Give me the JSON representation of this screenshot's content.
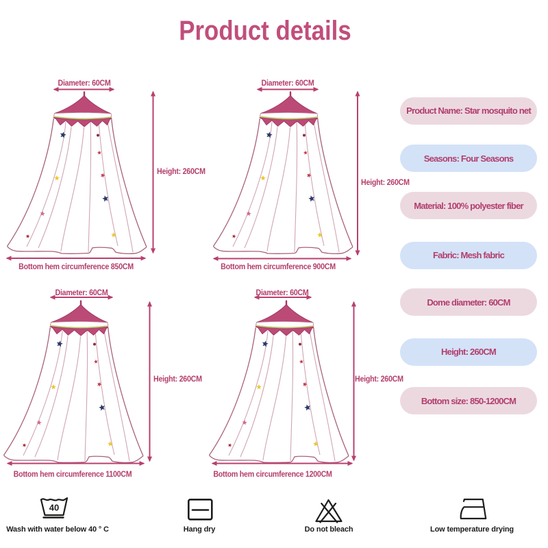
{
  "title": "Product details",
  "colors": {
    "accent_pink": "#c14e7b",
    "dimension_pink": "#b43e6c",
    "canopy_fill": "#bc4a76",
    "stripe_green": "#b7cd5d",
    "pill_pink_bg": "#ecd9e0",
    "pill_blue_bg": "#d3e2f7",
    "pill_text": "#b23e6e",
    "star_navy": "#2c3a67",
    "star_red": "#c03a4a",
    "star_yellow": "#ecc832",
    "star_pink": "#d2688e",
    "icon_black": "#1d1d1b"
  },
  "diagrams": [
    {
      "diameter_label": "Diameter: 60CM",
      "height_label": "Height: 260CM",
      "bottom_label": "Bottom hem circumference 850CM"
    },
    {
      "diameter_label": "Diameter: 60CM",
      "height_label": "Height: 260CM",
      "bottom_label": "Bottom hem circumference 900CM"
    },
    {
      "diameter_label": "Diameter: 60CM",
      "height_label": "Height: 260CM",
      "bottom_label": "Bottom hem circumference 1100CM"
    },
    {
      "diameter_label": "Diameter: 60CM",
      "height_label": "Height: 260CM",
      "bottom_label": "Bottom hem circumference 1200CM"
    }
  ],
  "specs": [
    {
      "label": "Product Name: Star mosquito net",
      "variant": "pink"
    },
    {
      "label": "Seasons: Four Seasons",
      "variant": "blue"
    },
    {
      "label": "Material: 100% polyester fiber",
      "variant": "pink"
    },
    {
      "label": "Fabric: Mesh fabric",
      "variant": "blue"
    },
    {
      "label": "Dome diameter: 60CM",
      "variant": "pink"
    },
    {
      "label": "Height: 260CM",
      "variant": "blue"
    },
    {
      "label": "Bottom size: 850-1200CM",
      "variant": "pink"
    }
  ],
  "care": [
    {
      "icon": "wash-40-icon",
      "number": "40",
      "label": "Wash with water below 40 ° C"
    },
    {
      "icon": "hang-dry-icon",
      "label": "Hang dry"
    },
    {
      "icon": "do-not-bleach-icon",
      "label": "Do not bleach"
    },
    {
      "icon": "iron-low-icon",
      "label": "Low temperature drying"
    }
  ]
}
